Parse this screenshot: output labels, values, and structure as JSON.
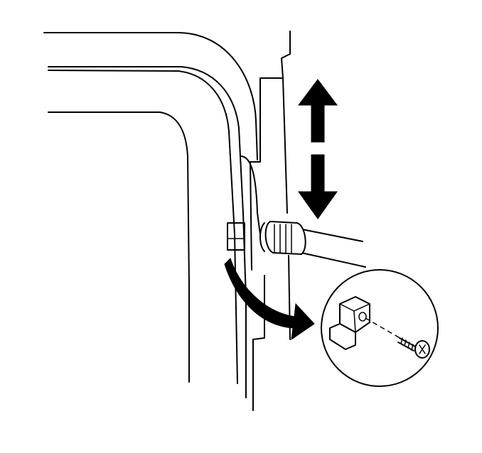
{
  "diagram": {
    "colors": {
      "line": "#000000",
      "background": "#ffffff"
    },
    "parts": [
      "door-frame",
      "window-glass-edge",
      "channel-strip",
      "rod-fitting",
      "adjustment-arrows",
      "pointer-arrow",
      "detail-circle",
      "bracket",
      "screw"
    ]
  }
}
